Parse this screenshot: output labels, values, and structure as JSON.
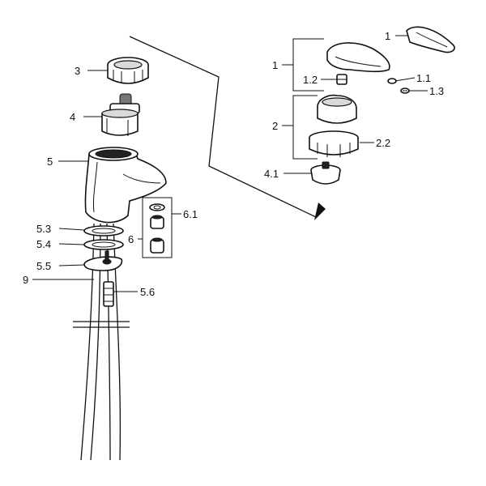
{
  "labels": {
    "l1_handle": "1",
    "l1_group": "1",
    "l1_2": "1.2",
    "l1_1": "1.1",
    "l1_3": "1.3",
    "l2": "2",
    "l2_2": "2.2",
    "l4_1": "4.1",
    "l3": "3",
    "l4": "4",
    "l5": "5",
    "l6_1": "6.1",
    "l6": "6",
    "l5_3": "5.3",
    "l5_4": "5.4",
    "l5_5": "5.5",
    "l9": "9",
    "l5_6": "5.6"
  }
}
